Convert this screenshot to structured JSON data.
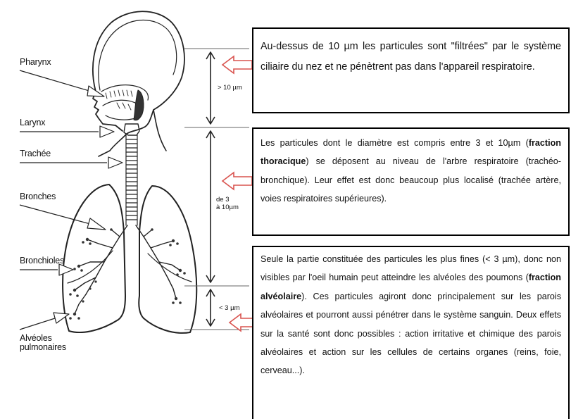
{
  "labels": {
    "pharynx": "Pharynx",
    "larynx": "Larynx",
    "trachee": "Trachée",
    "bronches": "Bronches",
    "bronchioles": "Bronchioles",
    "alveoles_line1": "Alvéoles",
    "alveoles_line2": "pulmonaires"
  },
  "ranges": {
    "over10": "> 10 µm",
    "mid_line1": "de 3",
    "mid_line2": "à 10µm",
    "under3": "< 3 µm"
  },
  "boxes": [
    {
      "text": "Au-dessus de 10 µm les particules sont \"filtrées\" par le système ciliaire du nez et ne pénètrent pas dans l'appareil respiratoire."
    },
    {
      "before": "Les particules dont le diamètre est compris entre 3 et 10µm (",
      "bold": "fraction thoracique",
      "after": ") se déposent au niveau de l'arbre respiratoire (trachéo-bronchique). Leur effet est donc beaucoup plus localisé (trachée artère, voies respiratoires supérieures)."
    },
    {
      "before": "Seule la partie constituée des particules les plus fines (< 3 µm), donc non visibles par l'oeil humain peut atteindre les alvéoles des poumons (",
      "bold": "fraction alvéolaire",
      "after": "). Ces particules agiront donc principalement sur les parois alvéolaires et pourront aussi pénétrer dans le système sanguin. Deux effets sur la santé sont donc possibles : action irritative et chimique des parois alvéolaires et action sur les cellules de certains organes (reins, foie, cerveau...)."
    }
  ],
  "colors": {
    "pointer_arrow": "#d9534f",
    "ink": "#111111"
  }
}
